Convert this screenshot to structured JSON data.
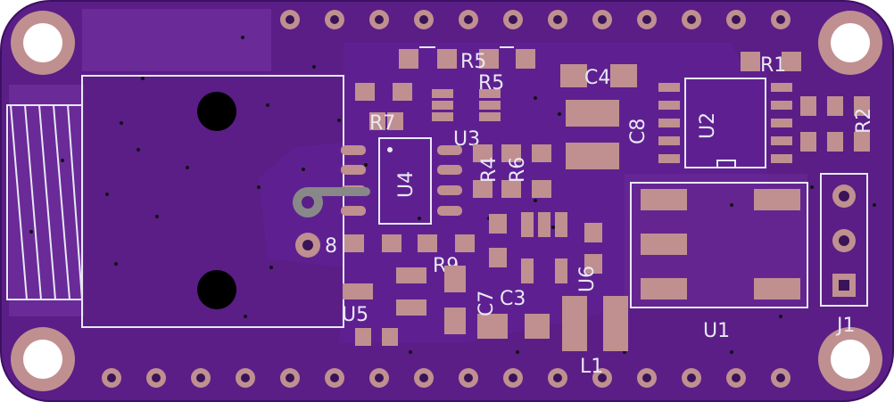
{
  "colors": {
    "board": "#5a1e86",
    "board_edge": "#3e0f63",
    "copper_fill": "#6a2a98",
    "pad": "#c09090",
    "pad_hole": "#3a1458",
    "silk": "#e8e8f4"
  },
  "labels": {
    "r5_top": "R5",
    "r5": "R5",
    "c4": "C4",
    "r1": "R1",
    "r2": "R2",
    "u3": "U3",
    "u4": "U4",
    "u2": "U2",
    "c8": "C8",
    "c8_left": "8",
    "r4": "R4",
    "r6": "R6",
    "r9": "R9",
    "r7": "R7",
    "c7": "C7",
    "c3": "C3",
    "u5": "U5",
    "u6": "U6",
    "u1": "U1",
    "l1": "L1",
    "j1": "J1"
  }
}
